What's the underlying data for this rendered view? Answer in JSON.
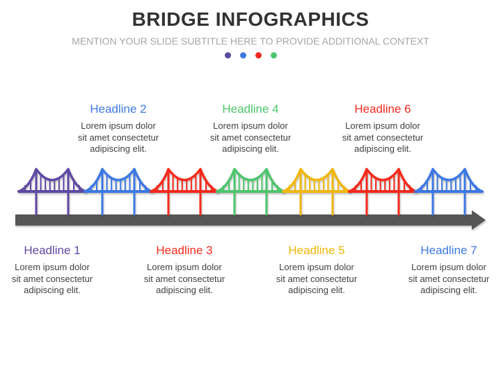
{
  "slide": {
    "title": "BRIDGE INFOGRAPHICS",
    "subtitle": "MENTION YOUR SLIDE SUBTITLE HERE TO PROVIDE ADDITIONAL CONTEXT",
    "dots": [
      "#5b4a9e",
      "#3f7ae0",
      "#f5291f",
      "#4fc46f"
    ]
  },
  "colors": {
    "purple": "#5f49a3",
    "blue": "#3e78e3",
    "red": "#f5291f",
    "green": "#4dc56c",
    "yellow": "#f0b707",
    "arrow": "#575757",
    "text": "#404040"
  },
  "timeline": {
    "bridges": [
      {
        "index": 1,
        "color": "#5f49a3"
      },
      {
        "index": 2,
        "color": "#3e78e3"
      },
      {
        "index": 3,
        "color": "#f5291f"
      },
      {
        "index": 4,
        "color": "#4dc56c"
      },
      {
        "index": 5,
        "color": "#f0b707"
      },
      {
        "index": 6,
        "color": "#f5291f"
      },
      {
        "index": 7,
        "color": "#3e78e3"
      }
    ],
    "items": [
      {
        "headline": "Headline 1",
        "color": "#5f49a3",
        "position": "below",
        "lines": [
          "Lorem ipsum dolor",
          "sit amet consectetur",
          "adipiscing elit."
        ]
      },
      {
        "headline": "Headline 2",
        "color": "#3e78e3",
        "position": "above",
        "lines": [
          "Lorem ipsum dolor",
          "sit amet consectetur",
          "adipiscing elit."
        ]
      },
      {
        "headline": "Headline 3",
        "color": "#f5291f",
        "position": "below",
        "lines": [
          "Lorem ipsum dolor",
          "sit amet consectetur",
          "adipiscing elit."
        ]
      },
      {
        "headline": "Headline 4",
        "color": "#4dc56c",
        "position": "above",
        "lines": [
          "Lorem ipsum dolor",
          "sit amet consectetur",
          "adipiscing elit."
        ]
      },
      {
        "headline": "Headline 5",
        "color": "#f0b707",
        "position": "below",
        "lines": [
          "Lorem ipsum dolor",
          "sit amet consectetur",
          "adipiscing elit."
        ]
      },
      {
        "headline": "Headline 6",
        "color": "#f5291f",
        "position": "above",
        "lines": [
          "Lorem ipsum dolor",
          "sit amet consectetur",
          "adipiscing elit."
        ]
      },
      {
        "headline": "Headline 7",
        "color": "#3e78e3",
        "position": "below",
        "lines": [
          "Lorem ipsum dolor",
          "sit amet consectetur",
          "adipiscing elit."
        ]
      }
    ]
  }
}
